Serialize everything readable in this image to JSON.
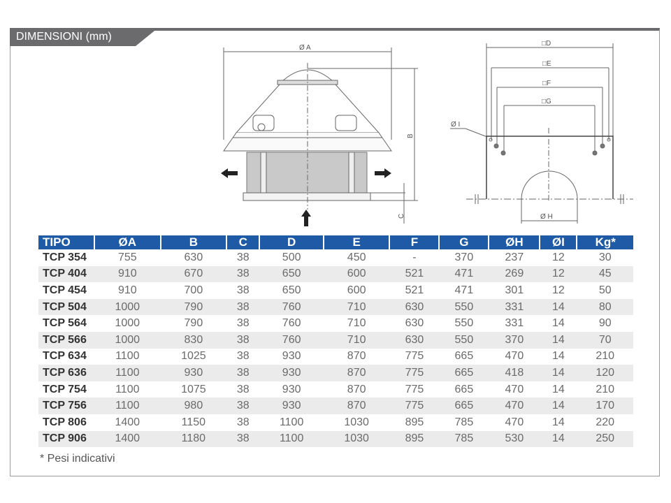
{
  "section_title": "DIMENSIONI (mm)",
  "drawing_labels": {
    "a": "Ø A",
    "b": "B",
    "c": "C",
    "d": "□D",
    "e": "□E",
    "f": "□F",
    "g": "□G",
    "h": "Ø H",
    "i": "Ø I"
  },
  "table": {
    "headers": [
      "TIPO",
      "ØA",
      "B",
      "C",
      "D",
      "E",
      "F",
      "G",
      "ØH",
      "ØI",
      "Kg*"
    ],
    "rows": [
      [
        "TCP 354",
        "755",
        "630",
        "38",
        "500",
        "450",
        "-",
        "370",
        "237",
        "12",
        "30"
      ],
      [
        "TCP 404",
        "910",
        "670",
        "38",
        "650",
        "600",
        "521",
        "471",
        "269",
        "12",
        "45"
      ],
      [
        "TCP 454",
        "910",
        "700",
        "38",
        "650",
        "600",
        "521",
        "471",
        "301",
        "12",
        "50"
      ],
      [
        "TCP 504",
        "1000",
        "790",
        "38",
        "760",
        "710",
        "630",
        "550",
        "331",
        "14",
        "80"
      ],
      [
        "TCP 564",
        "1000",
        "790",
        "38",
        "760",
        "710",
        "630",
        "550",
        "331",
        "14",
        "90"
      ],
      [
        "TCP 566",
        "1000",
        "830",
        "38",
        "760",
        "710",
        "630",
        "550",
        "370",
        "14",
        "70"
      ],
      [
        "TCP 634",
        "1100",
        "1025",
        "38",
        "930",
        "870",
        "775",
        "665",
        "470",
        "14",
        "210"
      ],
      [
        "TCP 636",
        "1100",
        "930",
        "38",
        "930",
        "870",
        "775",
        "665",
        "418",
        "14",
        "120"
      ],
      [
        "TCP 754",
        "1100",
        "1075",
        "38",
        "930",
        "870",
        "775",
        "665",
        "470",
        "14",
        "210"
      ],
      [
        "TCP 756",
        "1100",
        "980",
        "38",
        "930",
        "870",
        "775",
        "665",
        "470",
        "14",
        "170"
      ],
      [
        "TCP 806",
        "1400",
        "1150",
        "38",
        "1100",
        "1030",
        "895",
        "785",
        "470",
        "14",
        "220"
      ],
      [
        "TCP 906",
        "1400",
        "1180",
        "38",
        "1100",
        "1030",
        "895",
        "785",
        "530",
        "14",
        "250"
      ]
    ]
  },
  "footnote": "* Pesi indicativi"
}
